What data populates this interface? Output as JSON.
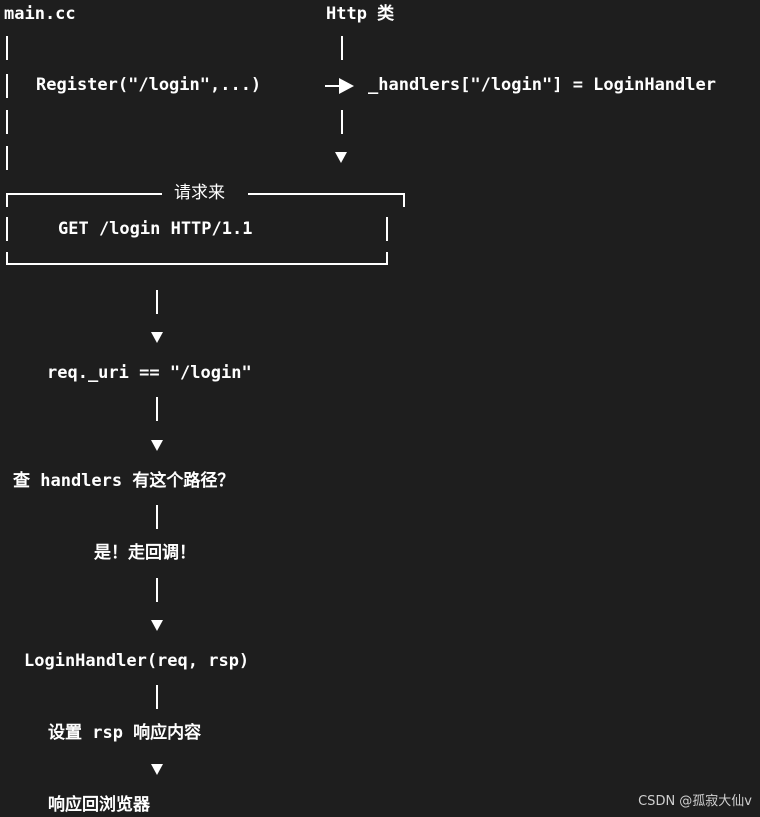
{
  "labels": {
    "main_cc": "main.cc",
    "http_class": "Http 类",
    "register_call": "Register(\"/login\",...)",
    "handlers_assign": "_handlers[\"/login\"] = LoginHandler",
    "request_title": "请求来",
    "request_line": "GET /login HTTP/1.1",
    "uri_check": "req._uri == \"/login\"",
    "lookup": "查 handlers 有这个路径？",
    "yes_callback": "是！走回调！",
    "handler_call": "LoginHandler(req, rsp)",
    "set_response": "设置 rsp 响应内容",
    "respond": "响应回浏览器"
  },
  "watermark": "CSDN @孤寂大仙v"
}
